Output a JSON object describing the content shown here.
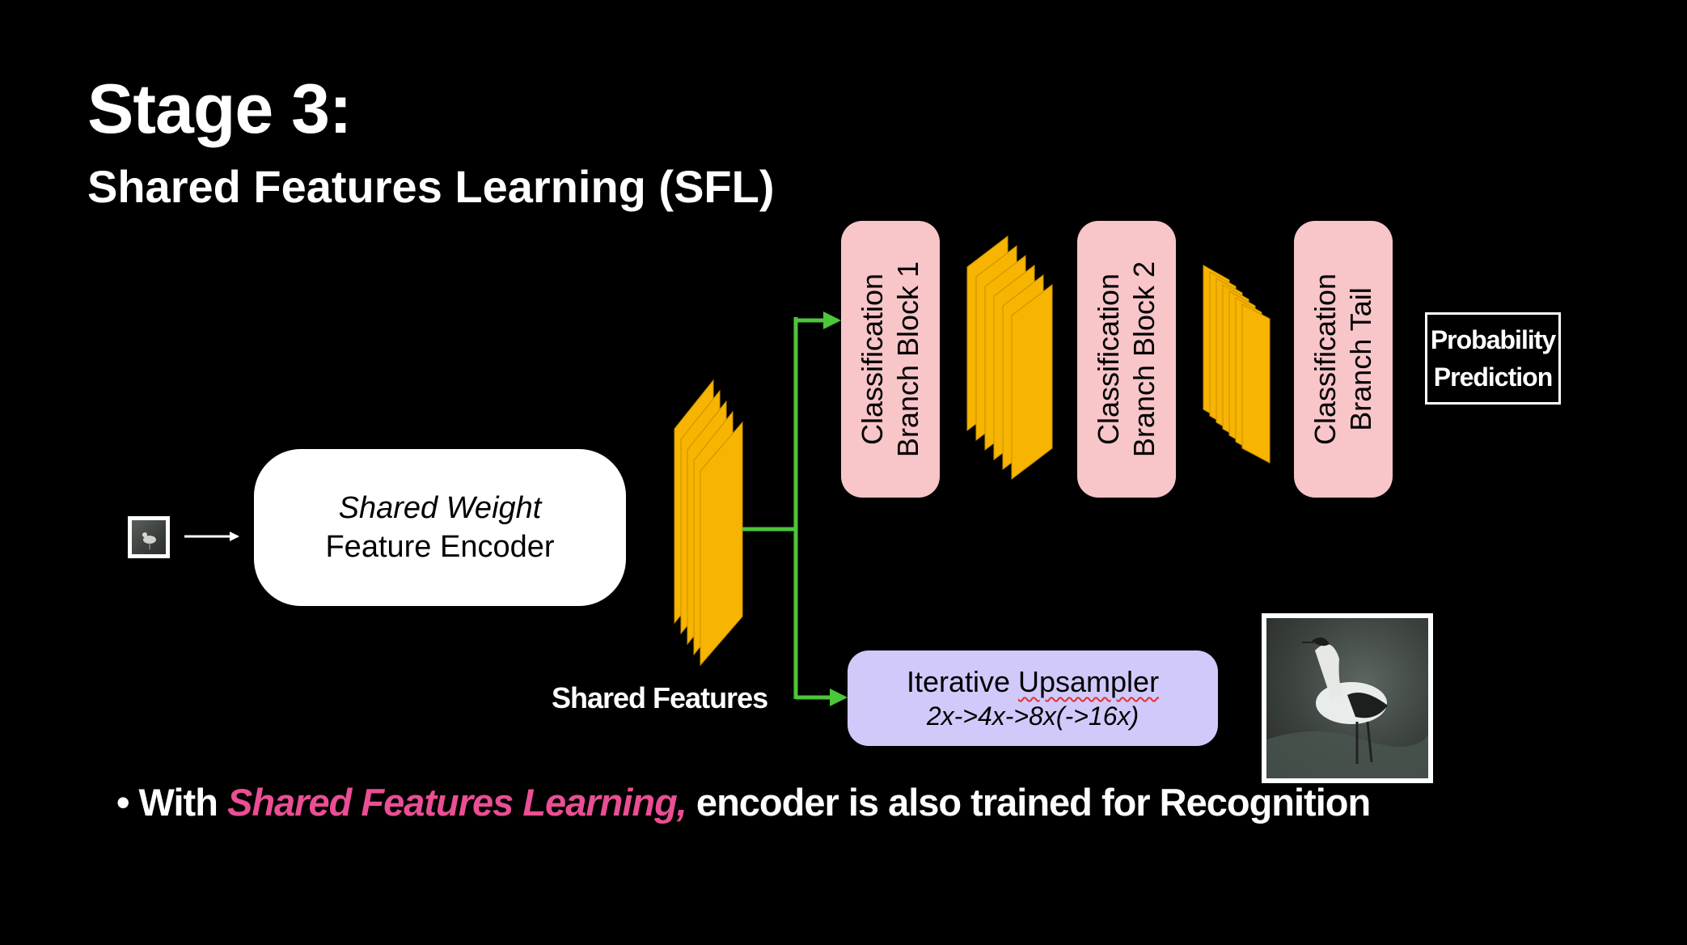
{
  "slide": {
    "title": "Stage 3:",
    "subtitle": "Shared Features Learning (SFL)"
  },
  "diagram": {
    "encoder": {
      "line1": "Shared Weight",
      "line2": "Feature Encoder"
    },
    "shared_features_label": "Shared Features",
    "branch_block_1": {
      "line1": "Classification",
      "line2": "Branch Block 1"
    },
    "branch_block_2": {
      "line1": "Classification",
      "line2": "Branch Block 2"
    },
    "branch_tail": {
      "line1": "Classification",
      "line2": "Branch Tail"
    },
    "probability": {
      "line1": "Probability",
      "line2": "Prediction"
    },
    "upsampler": {
      "title_prefix": "Iterative ",
      "title_underlined": "Upsampler",
      "subtitle": "2x->4x->8x(->16x)"
    },
    "colors": {
      "feature_maps": "#f7b400",
      "arrows": "#4cc63a",
      "classification_boxes": "#f8c5c9",
      "upsampler_box": "#d1c9fa",
      "emphasis_text": "#ea4e93"
    }
  },
  "bullet": {
    "prefix": "With ",
    "emphasis": "Shared Features Learning,",
    "suffix": " encoder is also trained for Recognition"
  }
}
